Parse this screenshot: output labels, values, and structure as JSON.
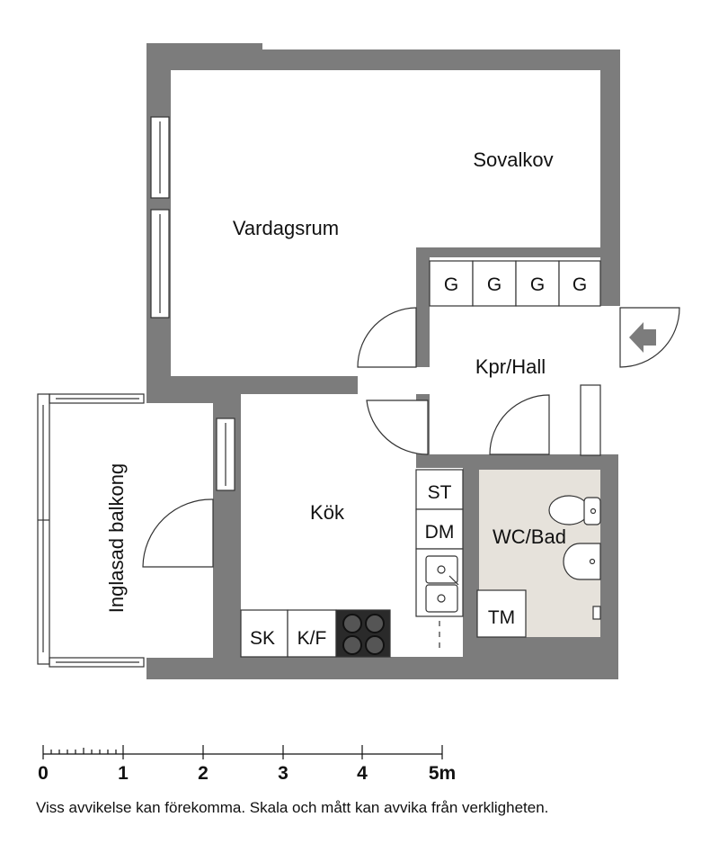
{
  "rooms": {
    "sovalkov": "Sovalkov",
    "vardagsrum": "Vardagsrum",
    "hall": "Kpr/Hall",
    "kok": "Kök",
    "balkong": "Inglasad balkong",
    "bad": "WC/Bad"
  },
  "fixtures": {
    "wardrobes": [
      "G",
      "G",
      "G",
      "G"
    ],
    "st": "ST",
    "dm": "DM",
    "sk": "SK",
    "kf": "K/F",
    "tm": "TM"
  },
  "scale": {
    "labels": [
      "0",
      "1",
      "2",
      "3",
      "4",
      "5m"
    ]
  },
  "disclaimer": "Viss avvikelse kan förekomma. Skala och mått kan avvika från verkligheten.",
  "colors": {
    "wall": "#7c7c7c",
    "bathroom_floor": "#e6e2db",
    "line": "#222222"
  }
}
